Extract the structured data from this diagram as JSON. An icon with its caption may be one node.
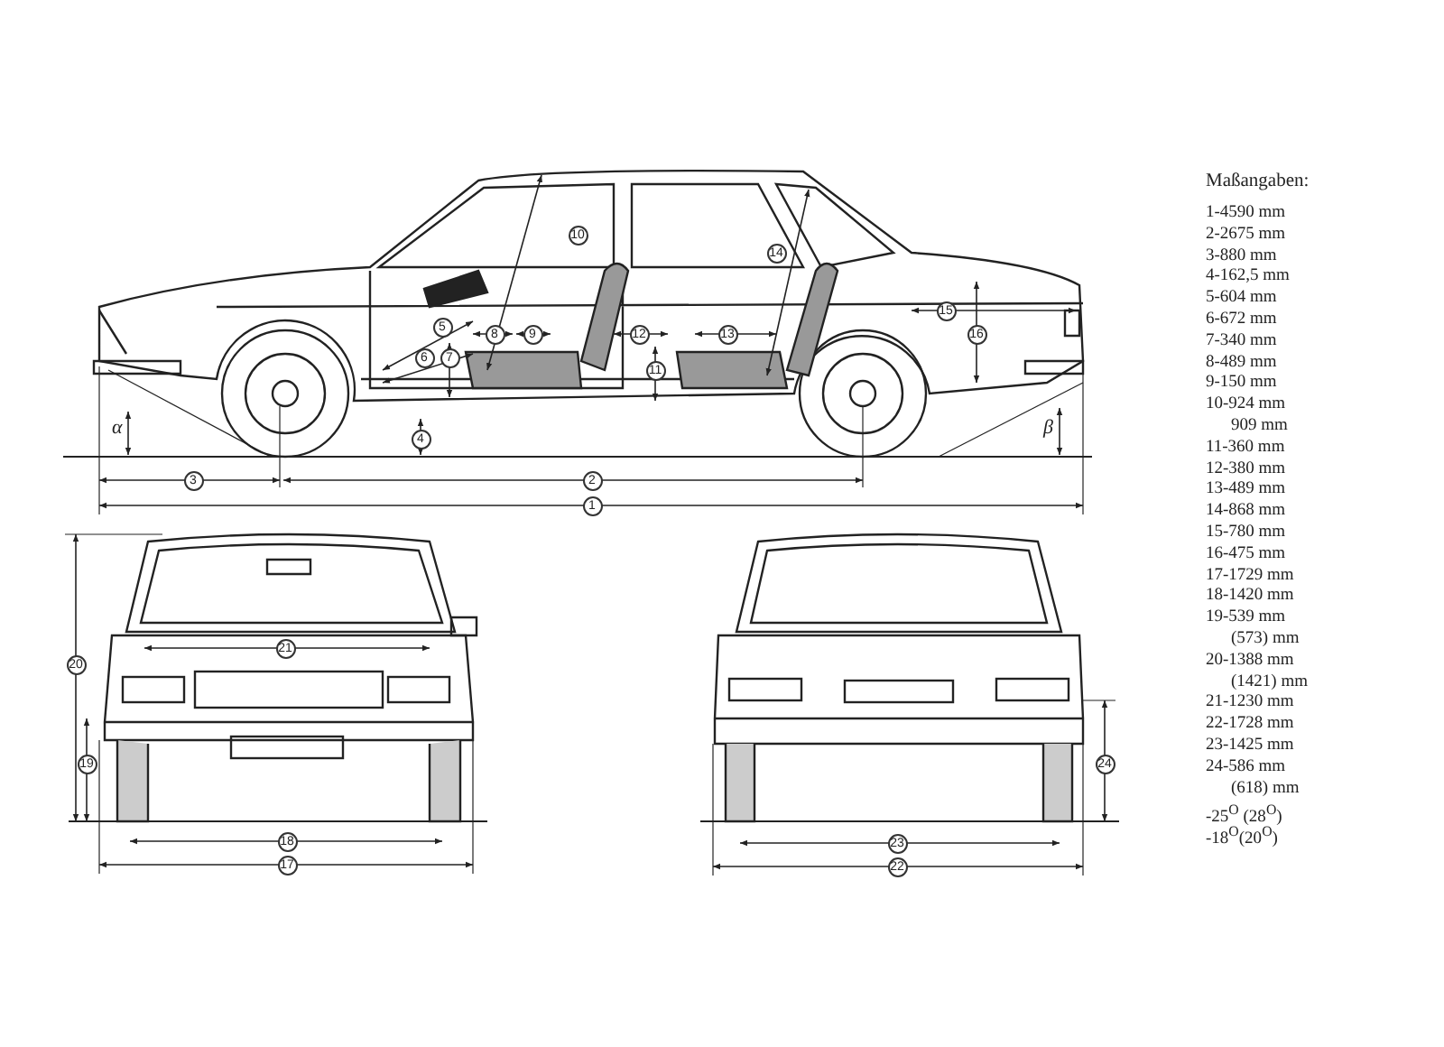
{
  "diagram": {
    "labels": [
      "10",
      "14",
      "5",
      "15",
      "16",
      "6",
      "8",
      "9",
      "12",
      "13",
      "7",
      "11",
      "α",
      "4",
      "β",
      "3",
      "2",
      "1",
      "21",
      "20",
      "19",
      "18",
      "17",
      "23",
      "24",
      "22",
      "Maßangaben:",
      "1-4590 mm",
      "2-2675 mm",
      "3-880 mm",
      "4-162,5 mm",
      "5-604 mm",
      "6-672 mm",
      "7-340 mm",
      "8-489 mm",
      "9-150 mm",
      "10-924 mm",
      "909 mm",
      "11-360 mm",
      "12-380 mm",
      "13-489 mm",
      "14-868 mm",
      "15-780 mm",
      "16-475 mm",
      "17-1729 mm",
      "18-1420 mm",
      "19-539 mm",
      "(573) mm",
      "20-1388 mm",
      "(1421) mm",
      "21-1230 mm",
      "22-1728 mm",
      "23-1425 mm",
      "24-586 mm",
      "(618) mm",
      "-25$^{O}$ (28$^{O}$)",
      "-18$^{O}$(20$^{O}$)"
    ]
  }
}
